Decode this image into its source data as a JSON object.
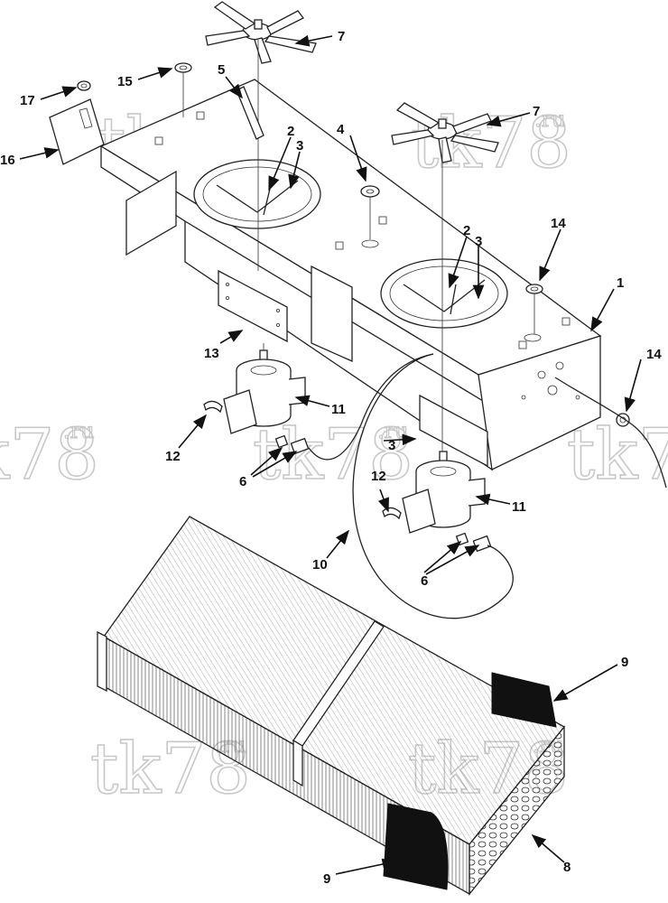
{
  "watermark": {
    "text": "tk78",
    "suffix": ".ru"
  },
  "callouts": [
    {
      "id": "c1",
      "label": "1"
    },
    {
      "id": "c2a",
      "label": "2"
    },
    {
      "id": "c2b",
      "label": "2"
    },
    {
      "id": "c3a",
      "label": "3"
    },
    {
      "id": "c3b",
      "label": "3"
    },
    {
      "id": "c3c",
      "label": "3"
    },
    {
      "id": "c4",
      "label": "4"
    },
    {
      "id": "c5",
      "label": "5"
    },
    {
      "id": "c6a",
      "label": "6"
    },
    {
      "id": "c6b",
      "label": "6"
    },
    {
      "id": "c7a",
      "label": "7"
    },
    {
      "id": "c7b",
      "label": "7"
    },
    {
      "id": "c8",
      "label": "8"
    },
    {
      "id": "c9a",
      "label": "9"
    },
    {
      "id": "c9b",
      "label": "9"
    },
    {
      "id": "c10",
      "label": "10"
    },
    {
      "id": "c11a",
      "label": "11"
    },
    {
      "id": "c11b",
      "label": "11"
    },
    {
      "id": "c12a",
      "label": "12"
    },
    {
      "id": "c12b",
      "label": "12"
    },
    {
      "id": "c13",
      "label": "13"
    },
    {
      "id": "c14a",
      "label": "14"
    },
    {
      "id": "c14b",
      "label": "14"
    },
    {
      "id": "c15",
      "label": "15"
    },
    {
      "id": "c16",
      "label": "16"
    },
    {
      "id": "c17",
      "label": "17"
    }
  ]
}
